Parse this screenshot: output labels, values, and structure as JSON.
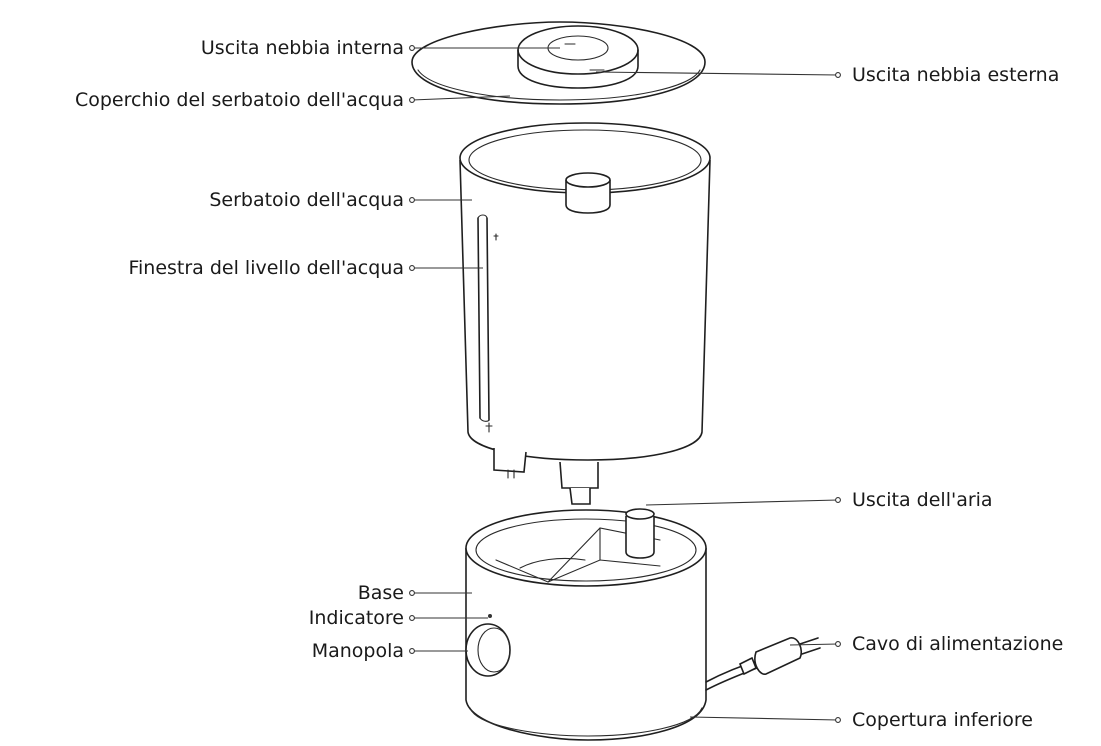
{
  "diagram": {
    "labels": {
      "inner_mist_outlet": "Uscita nebbia interna",
      "tank_lid": "Coperchio del serbatoio dell'acqua",
      "outer_mist_outlet": "Uscita nebbia esterna",
      "water_tank": "Serbatoio dell'acqua",
      "water_level_window": "Finestra del livello dell'acqua",
      "air_outlet": "Uscita dell'aria",
      "base": "Base",
      "indicator": "Indicatore",
      "knob": "Manopola",
      "power_cord": "Cavo di alimentazione",
      "bottom_cover": "Copertura inferiore"
    },
    "colors": {
      "line": "#1f1f1f",
      "background": "#ffffff",
      "text": "#1a1a1a"
    }
  }
}
